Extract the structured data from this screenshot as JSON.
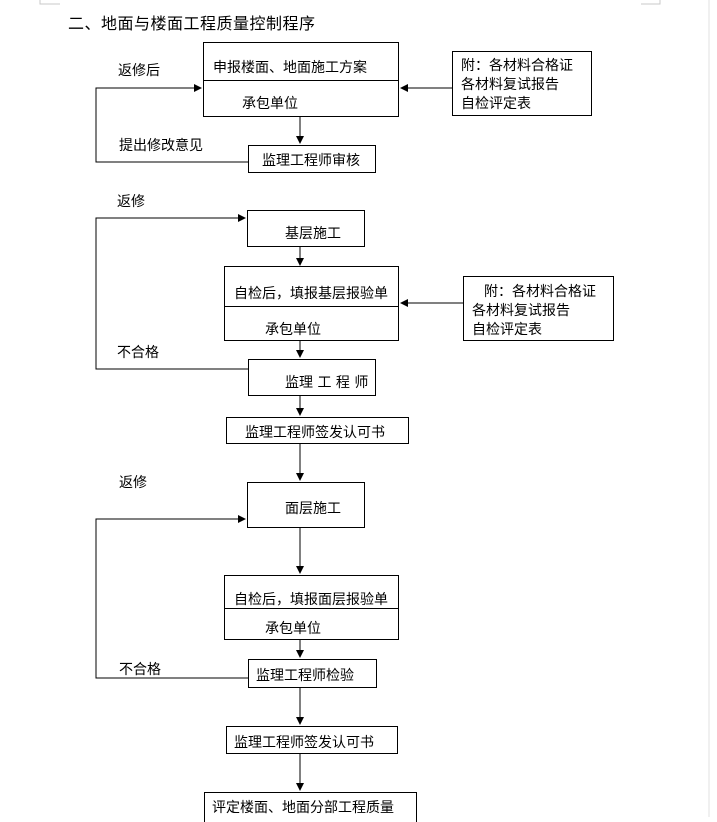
{
  "title": "二、地面与楼面工程质量控制程序",
  "boxes": {
    "submit_plan": {
      "main": "申报楼面、地面施工方案",
      "sub": "承包单位"
    },
    "attach_1": {
      "line1": "附：各材料合格证",
      "line2": "各材料复试报告",
      "line3": "自检评定表"
    },
    "engineer_review": "监理工程师审核",
    "base_construction": "基层施工",
    "self_check_base": {
      "main": "自检后，填报基层报验单",
      "sub": "承包单位"
    },
    "attach_2": {
      "line1": "附：各材料合格证",
      "line2": "各材料复试报告",
      "line3": "自检评定表"
    },
    "engineer_1": "监理 工 程 师",
    "approval_1": "监理工程师签发认可书",
    "surface_construction": "面层施工",
    "self_check_surface": {
      "main": "自检后，填报面层报验单",
      "sub": "承包单位"
    },
    "engineer_inspect": "监理工程师检验",
    "approval_2": "监理工程师签发认可书",
    "final_assessment": "评定楼面、地面分部工程质量"
  },
  "labels": {
    "rework_after": "返修后",
    "revision_opinion": "提出修改意见",
    "rework_1": "返修",
    "unqualified_1": "不合格",
    "rework_2": "返修",
    "unqualified_2": "不合格"
  }
}
